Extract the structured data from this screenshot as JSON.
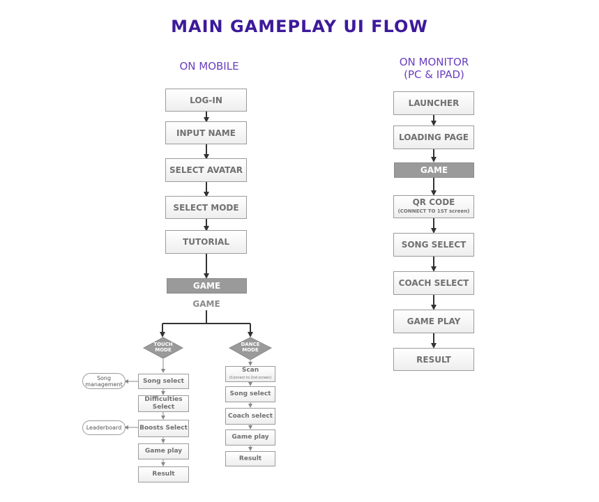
{
  "title": "MAIN GAMEPLAY UI FLOW",
  "mobile": {
    "heading": "ON MOBILE",
    "steps": [
      "LOG-IN",
      "INPUT NAME",
      "SELECT AVATAR",
      "SELECT MODE",
      "TUTORIAL"
    ],
    "game_box": "GAME",
    "game_label": "GAME",
    "touch_mode": {
      "label": "TOUCH MODE",
      "steps": [
        "Song select",
        "Difficulties Select",
        "Boosts Select",
        "Game play",
        "Result"
      ],
      "side_song_management": "Song management",
      "side_leaderboard": "Leaderboard"
    },
    "dance_mode": {
      "label": "DANCE MODE",
      "scan": "Scan",
      "scan_note": "(Connect to 2nd screen)",
      "steps": [
        "Song select",
        "Coach select",
        "Game play",
        "Result"
      ]
    }
  },
  "monitor": {
    "heading_line1": "ON MONITOR",
    "heading_line2": "(PC & IPAD)",
    "launcher": "LAUNCHER",
    "loading": "LOADING PAGE",
    "game": "GAME",
    "qr_title": "QR CODE",
    "qr_note": "(CONNECT TO 1ST screen)",
    "steps": [
      "SONG SELECT",
      "COACH SELECT",
      "GAME PLAY",
      "RESULT"
    ]
  }
}
